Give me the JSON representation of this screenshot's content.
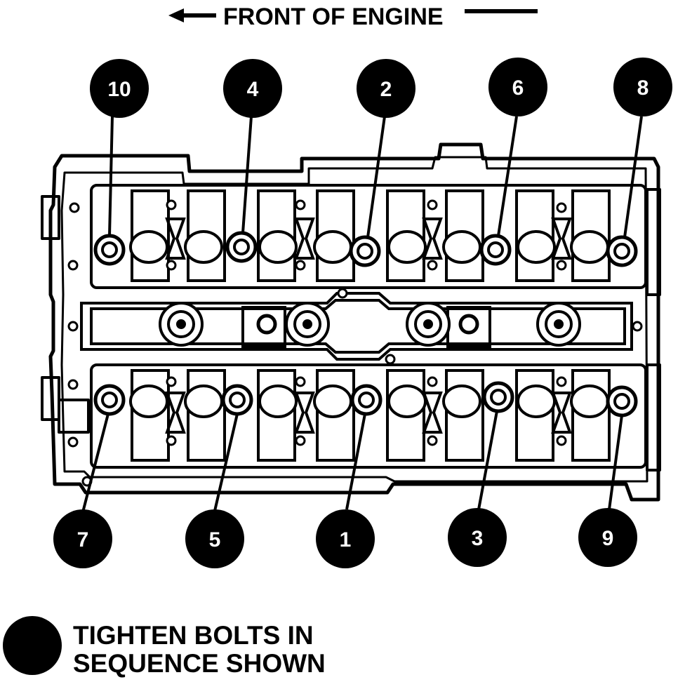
{
  "header": {
    "label": "FRONT OF ENGINE"
  },
  "sequence": {
    "upper": [
      "10",
      "4",
      "2",
      "6",
      "8"
    ],
    "lower": [
      "7",
      "5",
      "1",
      "3",
      "9"
    ]
  },
  "legend": {
    "line1": "TIGHTEN BOLTS IN",
    "line2": "SEQUENCE SHOWN"
  },
  "colors": {
    "ink": "#000000",
    "paper": "#ffffff",
    "callout_fill": "#000000",
    "callout_text": "#ffffff"
  }
}
